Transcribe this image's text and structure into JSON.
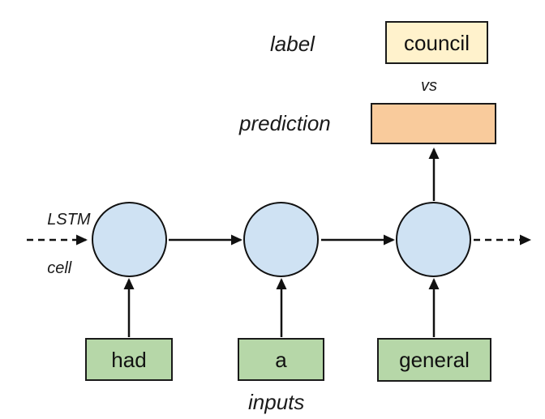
{
  "diagram": {
    "labels": {
      "label": "label",
      "vs": "vs",
      "prediction": "prediction",
      "lstm_line1": "LSTM",
      "lstm_line2": "cell",
      "inputs": "inputs"
    },
    "label_box": "council",
    "input_boxes": [
      "had",
      "a",
      "general"
    ],
    "colors": {
      "label_box_fill": "#fff2cc",
      "prediction_box_fill": "#f9cb9c",
      "lstm_cell_fill": "#cfe2f3",
      "input_box_fill": "#b6d7a8",
      "stroke": "#111111"
    }
  }
}
